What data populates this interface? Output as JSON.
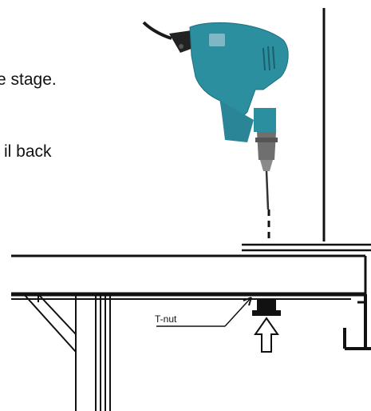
{
  "text_fragments": [
    "e stage.",
    "il back"
  ],
  "labels": {
    "t_nut": "T-nut"
  },
  "icons": {
    "drill": "power-drill-icon",
    "arrow": "up-arrow-icon"
  },
  "colors": {
    "drill_body": "#2c8fa0",
    "drill_dark": "#1e6f7f",
    "chuck": "#6f6f6f",
    "line": "#111111"
  }
}
